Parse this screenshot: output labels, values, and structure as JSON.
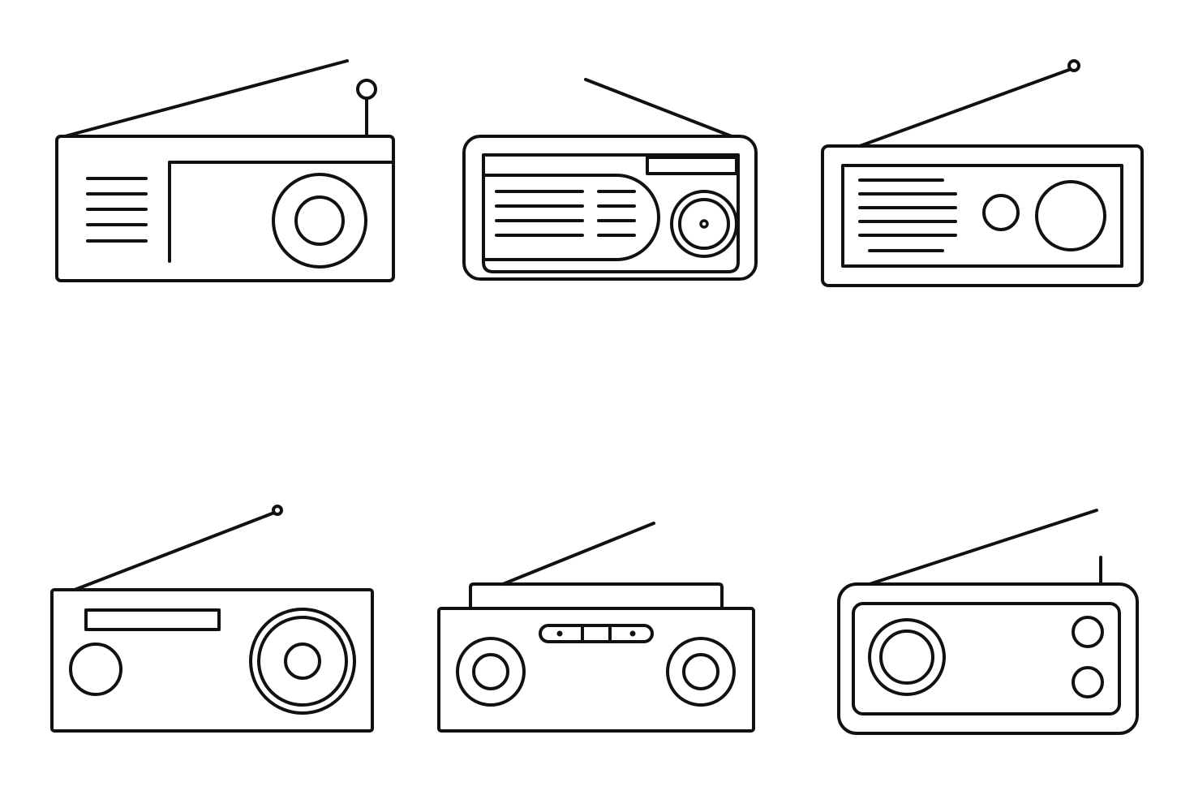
{
  "colors": {
    "background": "#ffffff",
    "line": "#111111"
  },
  "icons": [
    "radio-icon-wide-panel",
    "radio-icon-rounded-dial",
    "radio-icon-double-frame",
    "radio-icon-speaker-tuner",
    "radio-icon-boombox",
    "radio-icon-rounded-two-knobs"
  ]
}
